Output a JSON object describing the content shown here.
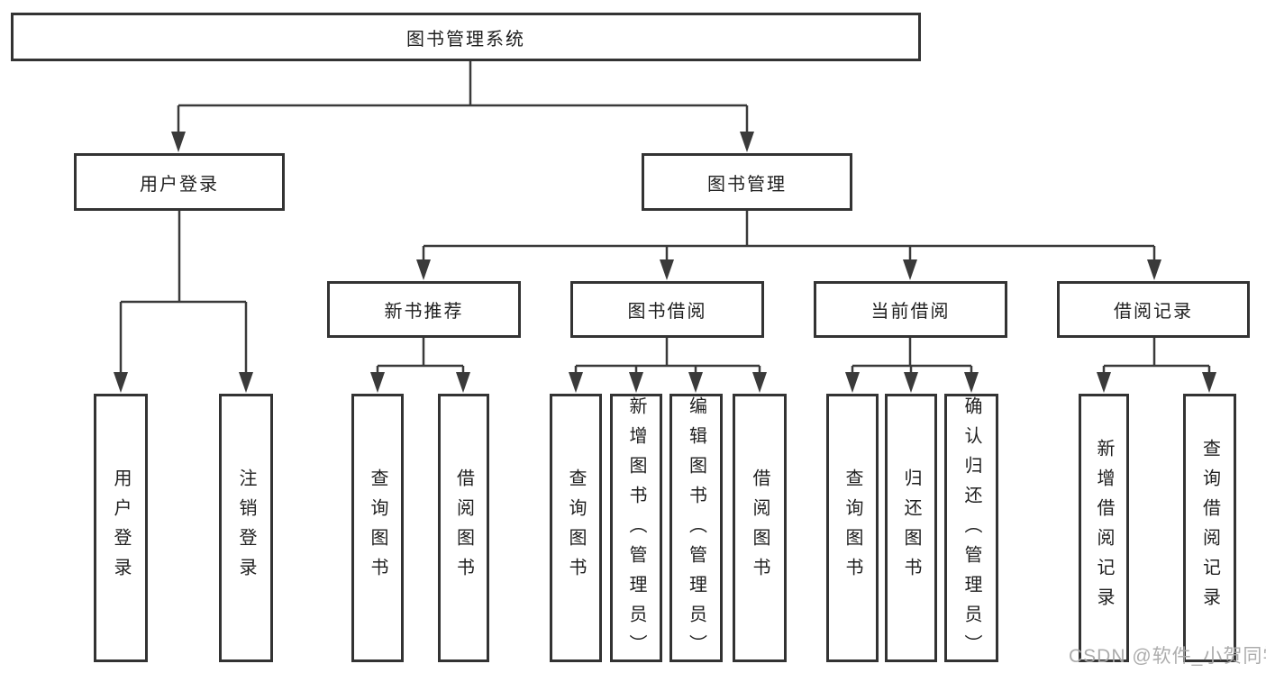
{
  "diagram_title": "图书管理系统",
  "tree": {
    "label": "图书管理系统",
    "children": [
      {
        "label": "用户登录",
        "children": [
          {
            "label": "用户登录"
          },
          {
            "label": "注销登录"
          }
        ]
      },
      {
        "label": "图书管理",
        "children": [
          {
            "label": "新书推荐",
            "children": [
              {
                "label": "查询图书"
              },
              {
                "label": "借阅图书"
              }
            ]
          },
          {
            "label": "图书借阅",
            "children": [
              {
                "label": "查询图书"
              },
              {
                "label": "新增图书（管理员）"
              },
              {
                "label": "编辑图书（管理员）"
              },
              {
                "label": "借阅图书"
              }
            ]
          },
          {
            "label": "当前借阅",
            "children": [
              {
                "label": "查询图书"
              },
              {
                "label": "归还图书"
              },
              {
                "label": "确认归还（管理员）"
              }
            ]
          },
          {
            "label": "借阅记录",
            "children": [
              {
                "label": "新增借阅记录"
              },
              {
                "label": "查询借阅记录"
              }
            ]
          }
        ]
      }
    ]
  },
  "watermark": {
    "text": "CSDN @软件_小贺同学"
  },
  "colors": {
    "line": "#3a3a3a",
    "box_border": "#333333",
    "text": "#1f1f1f",
    "watermark": "#a8a8a8",
    "background": "#ffffff"
  }
}
